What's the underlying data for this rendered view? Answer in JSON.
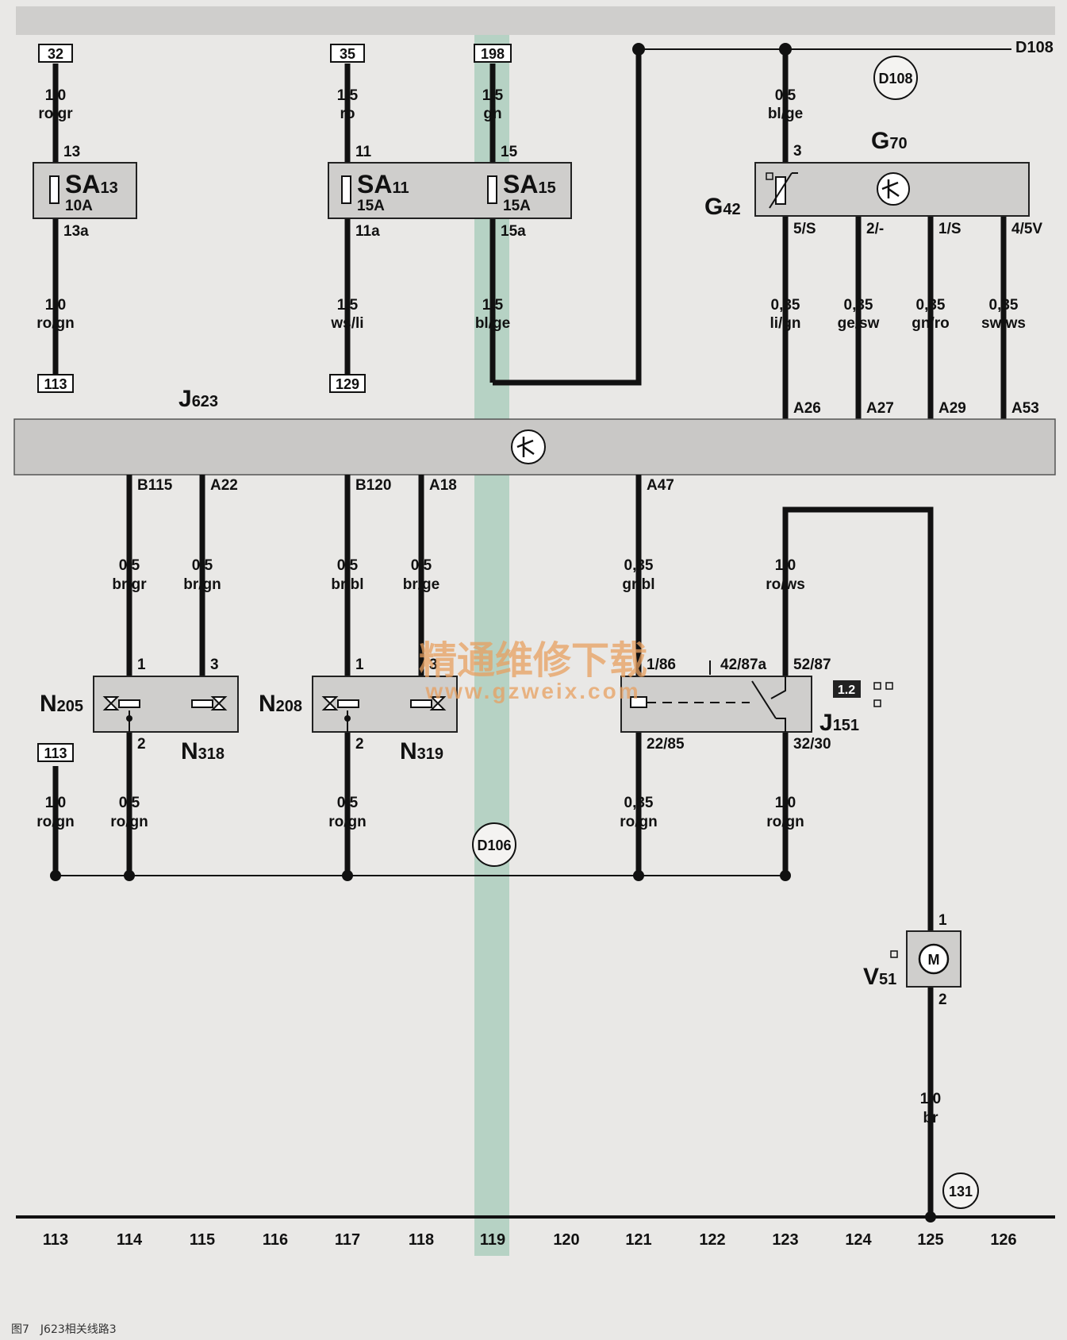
{
  "caption": "图7　J623相关线路3",
  "watermark": {
    "line1": "精通维修下载",
    "line2": "www.gzweix.com"
  },
  "top_refs": {
    "r32": "32",
    "r35": "35",
    "r198": "198"
  },
  "bottom_refs": {
    "r113a": "113",
    "r129": "129",
    "r113b": "113"
  },
  "ground_circles": {
    "d108": "D108",
    "d106": "D106",
    "c131": "131"
  },
  "bus": {
    "d108": "D108"
  },
  "wires": {
    "w32": {
      "size": "1,0",
      "color": "ro/gr"
    },
    "w35": {
      "size": "1,5",
      "color": "ro"
    },
    "w198": {
      "size": "1,5",
      "color": "gn"
    },
    "w113_top": {
      "size": "1,0",
      "color": "ro/gn"
    },
    "w129": {
      "size": "1,5",
      "color": "ws/li"
    },
    "w119": {
      "size": "1,5",
      "color": "bl/ge"
    },
    "wg70": {
      "size": "0,5",
      "color": "bl/ge"
    },
    "a26": {
      "size": "0,35",
      "color": "li/gn"
    },
    "a27": {
      "size": "0,35",
      "color": "ge/sw"
    },
    "a29": {
      "size": "0,35",
      "color": "gn/ro"
    },
    "a53": {
      "size": "0,35",
      "color": "sw/ws"
    },
    "b115": {
      "size": "0,5",
      "color": "br/gr"
    },
    "a22": {
      "size": "0,5",
      "color": "br/gn"
    },
    "b120": {
      "size": "0,5",
      "color": "br/bl"
    },
    "a18": {
      "size": "0,5",
      "color": "br/ge"
    },
    "a47": {
      "size": "0,35",
      "color": "gr/bl"
    },
    "w123_top": {
      "size": "1,0",
      "color": "ro/ws"
    },
    "g113": {
      "size": "1,0",
      "color": "ro/gn"
    },
    "g114": {
      "size": "0,5",
      "color": "ro/gn"
    },
    "g117": {
      "size": "0,5",
      "color": "ro/gn"
    },
    "g121": {
      "size": "0,35",
      "color": "ro/gn"
    },
    "g123": {
      "size": "1,0",
      "color": "ro/gn"
    },
    "g125": {
      "size": "1,0",
      "color": "br"
    }
  },
  "fuses": {
    "sa13": {
      "name": "SA",
      "sub": "13",
      "rating": "10A",
      "pin_in": "13",
      "pin_out": "13a"
    },
    "sa11": {
      "name": "SA",
      "sub": "11",
      "rating": "15A",
      "pin_in": "11",
      "pin_out": "11a"
    },
    "sa15": {
      "name": "SA",
      "sub": "15",
      "rating": "15A",
      "pin_in": "15",
      "pin_out": "15a"
    }
  },
  "g70": {
    "name": "G",
    "sub": "70",
    "g42_name": "G",
    "g42_sub": "42",
    "pin3": "3",
    "pins": [
      "5/S",
      "2/-",
      "1/S",
      "4/5V"
    ]
  },
  "j623": {
    "name": "J",
    "sub": "623",
    "pins_top": [
      "A26",
      "A27",
      "A29",
      "A53"
    ],
    "pins_bottom": [
      "B115",
      "A22",
      "B120",
      "A18",
      "A47"
    ]
  },
  "valves": {
    "n205": {
      "name": "N",
      "sub": "205",
      "pin_a": "1",
      "pin_b": "3",
      "pin_g": "2"
    },
    "n318": {
      "name": "N",
      "sub": "318"
    },
    "n208": {
      "name": "N",
      "sub": "208",
      "pin_a": "1",
      "pin_b": "3",
      "pin_g": "2"
    },
    "n319": {
      "name": "N",
      "sub": "319"
    }
  },
  "j151": {
    "name": "J",
    "sub": "151",
    "badge": "1.2",
    "pin_ctrl": "1/86",
    "pin_gnd": "22/85",
    "pin_a": "42/87a",
    "pin_b": "52/87",
    "pin_c": "32/30"
  },
  "v51": {
    "name": "V",
    "sub": "51",
    "motor": "M",
    "pin1": "1",
    "pin2": "2"
  },
  "columns": [
    "113",
    "114",
    "115",
    "116",
    "117",
    "118",
    "119",
    "120",
    "121",
    "122",
    "123",
    "124",
    "125",
    "126"
  ]
}
